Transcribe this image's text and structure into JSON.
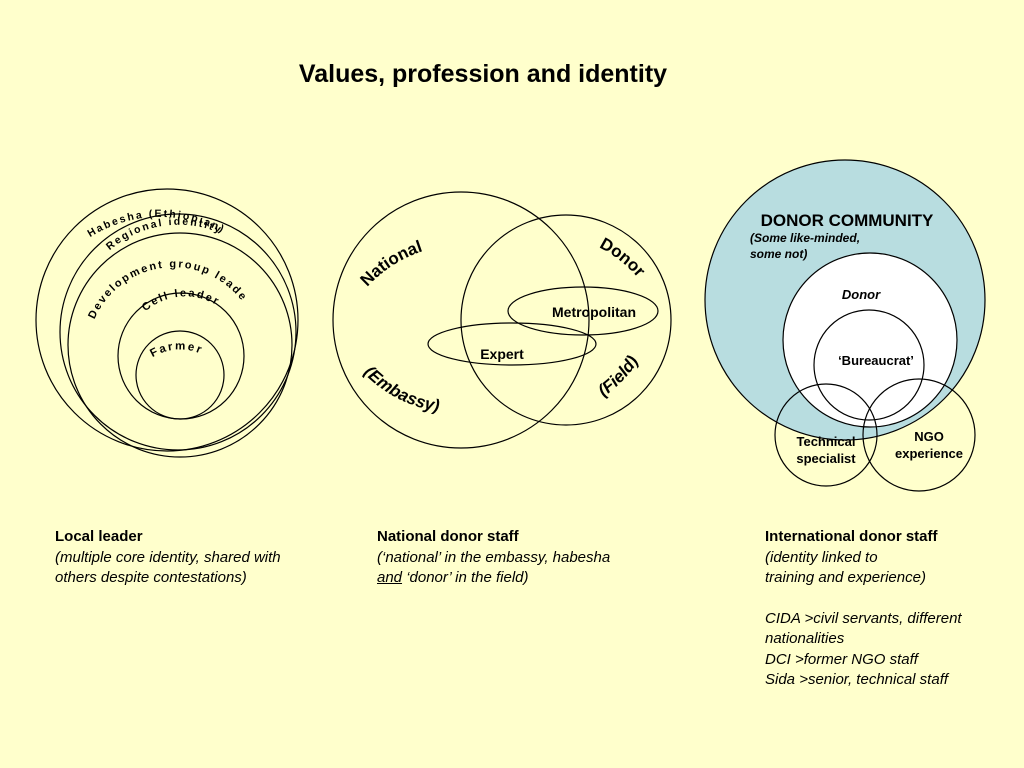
{
  "title": "Values, profession and identity",
  "colors": {
    "background": "#ffffcc",
    "donor_community_fill": "#b8dde0",
    "circle_fill_white": "#ffffff",
    "stroke": "#000000"
  },
  "local_leader_diagram": {
    "rings": [
      "Habesha (Ethiopian)",
      "Regional identity",
      "Development group leader",
      "Cell leader",
      "Farmer"
    ]
  },
  "national_donor_diagram": {
    "national": "National",
    "embassy": "(Embassy)",
    "donor": "Donor",
    "field": "(Field)",
    "metropolitan": "Metropolitan",
    "expert": "Expert"
  },
  "international_donor_diagram": {
    "community_title": "DONOR COMMUNITY",
    "community_note_1": "(Some like-minded,",
    "community_note_2": "some not)",
    "donor": "Donor",
    "bureaucrat": "‘Bureaucrat’",
    "technical_1": "Technical",
    "technical_2": "specialist",
    "ngo_1": "NGO",
    "ngo_2": "experience"
  },
  "captions": {
    "local_leader": {
      "heading": "Local leader",
      "line1": "(multiple core identity, shared with",
      "line2": "others despite contestations)"
    },
    "national_staff": {
      "heading": "National donor staff",
      "line1": "(‘national’ in the embassy, habesha",
      "line2_underlined": "and",
      "line2_rest": " ‘donor’ in the field)"
    },
    "international_staff": {
      "heading": "International donor staff",
      "line1": "(identity linked to",
      "line2": "training and experience)",
      "line3": "CIDA >civil servants, different",
      "line4": "nationalities",
      "line5": "DCI >former NGO staff",
      "line6": "Sida >senior, technical staff"
    }
  }
}
